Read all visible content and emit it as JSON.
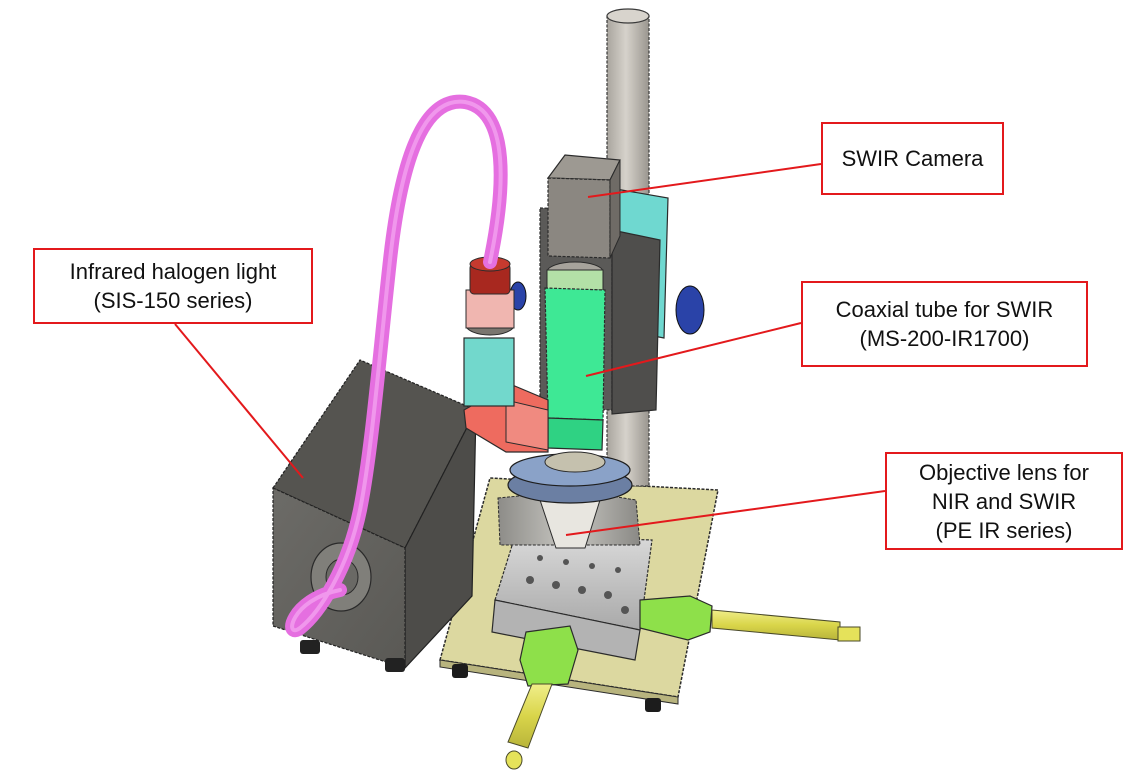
{
  "labels": {
    "swir_camera": {
      "lines": [
        "SWIR Camera"
      ]
    },
    "halogen_light": {
      "lines": [
        "Infrared halogen light",
        "(SIS-150 series)"
      ]
    },
    "coaxial_tube": {
      "lines": [
        "Coaxial tube for SWIR",
        "(MS-200-IR1700)"
      ]
    },
    "objective_lens": {
      "lines": [
        "Objective lens for",
        "NIR and SWIR",
        "(PE IR series)"
      ]
    }
  },
  "colors": {
    "callout_border": "#e3191c",
    "leader_line": "#e3191c",
    "fiber_cable": "#e56fe0",
    "halogen_box": "#6b6a66",
    "base_plate": "#dcd8a0",
    "coaxial_tube": "#3ee895",
    "camera_mount": "#6fd8d0",
    "prism_block": "#ee6b5f",
    "xy_stage": "#c9c9c9",
    "micrometer_adapter": "#8ee04a",
    "micrometer_barrel": "#e5e25a",
    "support_pillar": "#c7c3bc"
  }
}
